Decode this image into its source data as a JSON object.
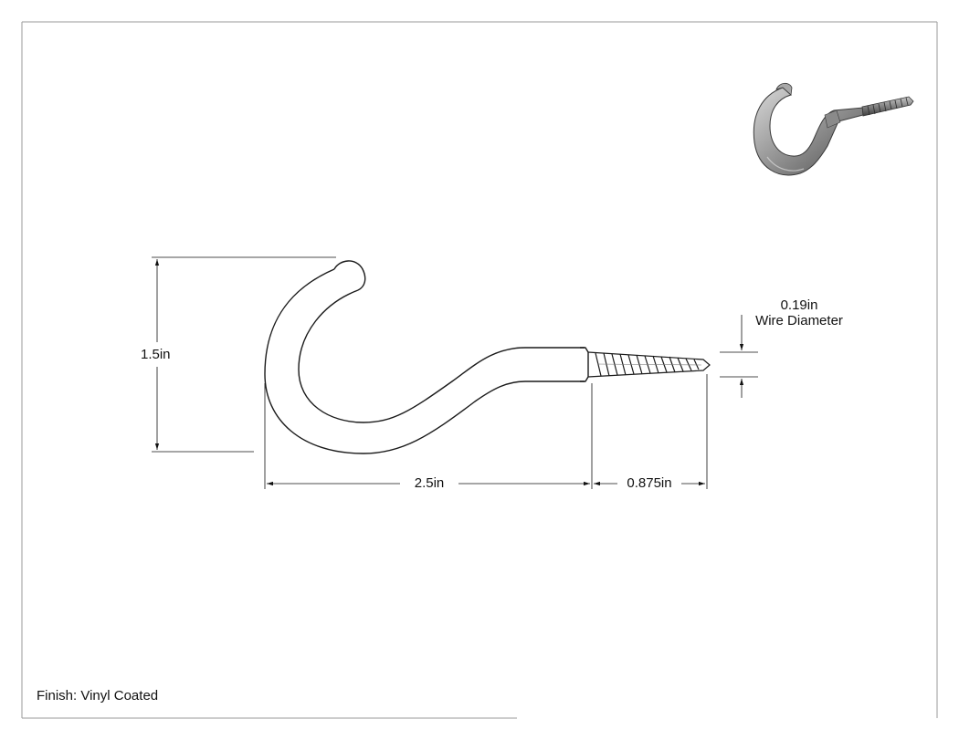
{
  "dimensions": {
    "height": "1.5in",
    "length": "2.5in",
    "thread_length": "0.875in",
    "wire_value": "0.19in",
    "wire_label": "Wire Diameter"
  },
  "notes": {
    "finish": "Finish: Vinyl Coated"
  },
  "colors": {
    "line": "#1a1a1a",
    "shade_dark": "#5e5e5e",
    "shade_light": "#d0d0d0"
  }
}
